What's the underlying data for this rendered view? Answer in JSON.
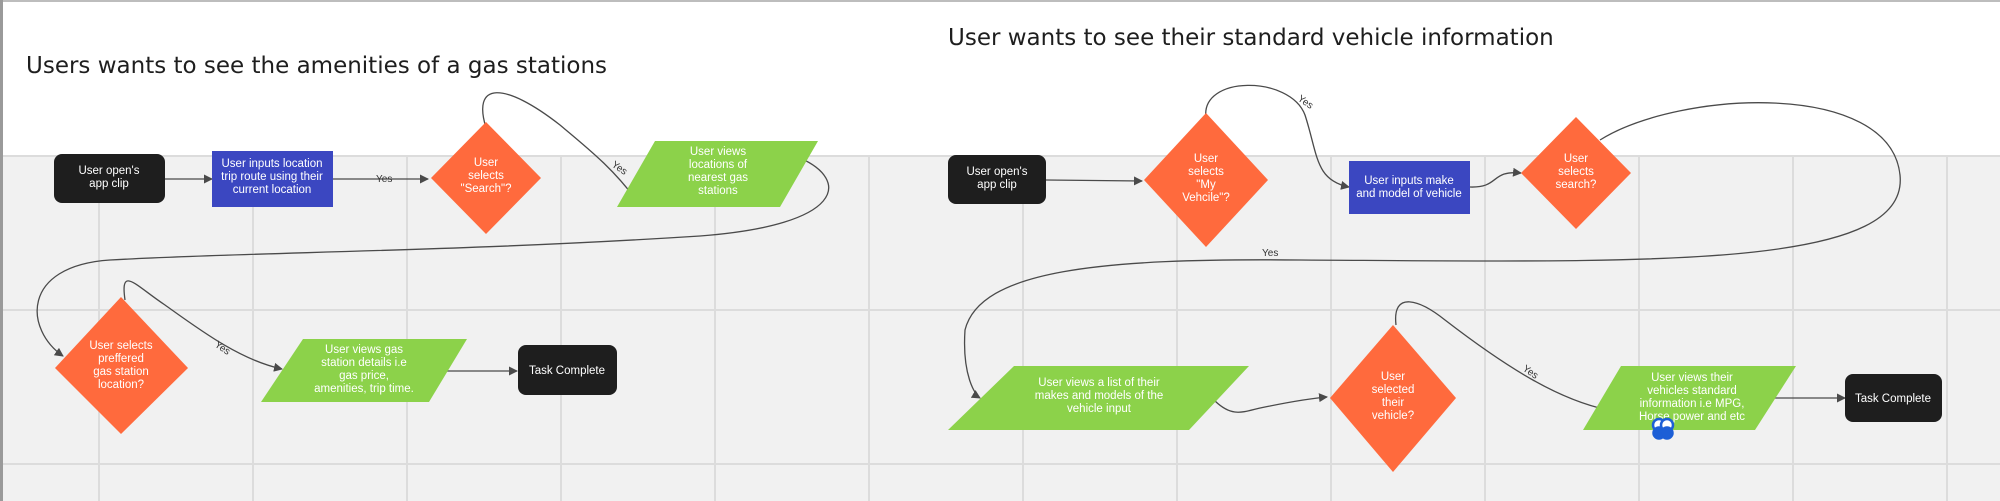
{
  "flow1": {
    "title": "Users wants to see the amenities of a gas stations",
    "nodes": {
      "start": [
        "User open's",
        "app clip"
      ],
      "input": [
        "User inputs location",
        "trip route using their",
        "current location"
      ],
      "decision_search": [
        "User",
        "selects",
        "\"Search\"?"
      ],
      "view_locations": [
        "User views",
        "locations of",
        "nearest gas",
        "stations"
      ],
      "decision_preferred": [
        "User selects",
        "preffered",
        "gas station",
        "location?"
      ],
      "view_details": [
        "User views gas",
        "station details i.e",
        "gas price,",
        "amenities, trip time."
      ],
      "end": [
        "Task Complete"
      ]
    },
    "edges": {
      "yes1": "Yes",
      "yes2": "Yes",
      "yes3": "Yes"
    }
  },
  "flow2": {
    "title": "User wants to see their standard vehicle information",
    "nodes": {
      "start": [
        "User open's",
        "app clip"
      ],
      "decision_vehicle": [
        "User",
        "selects",
        "\"My",
        "Vehcile\"?"
      ],
      "input": [
        "User inputs make",
        "and model of vehicle"
      ],
      "decision_search": [
        "User",
        "selects",
        "search?"
      ],
      "view_list": [
        "User views a list of their",
        "makes and models of the",
        "vehicle input"
      ],
      "decision_selected": [
        "User",
        "selected",
        "their",
        "vehicle?"
      ],
      "view_info": [
        "User views their",
        "vehicles standard",
        "information i.e MPG,",
        "Horse power and etc"
      ],
      "end": [
        "Task Complete"
      ]
    },
    "edges": {
      "yes1": "Yes",
      "yes2": "Yes",
      "yes3": "Yes"
    }
  },
  "colors": {
    "terminal": "#1e1e1e",
    "process": "#3b47c1",
    "decision": "#ff6a3d",
    "data": "#8cd24a",
    "background": "#ffffff",
    "grid": "#f1f1f1",
    "gridline": "#dcdcdc",
    "connector": "#4a4a4a"
  },
  "icons": {
    "collab_cursor": "users-avatar-icon"
  }
}
